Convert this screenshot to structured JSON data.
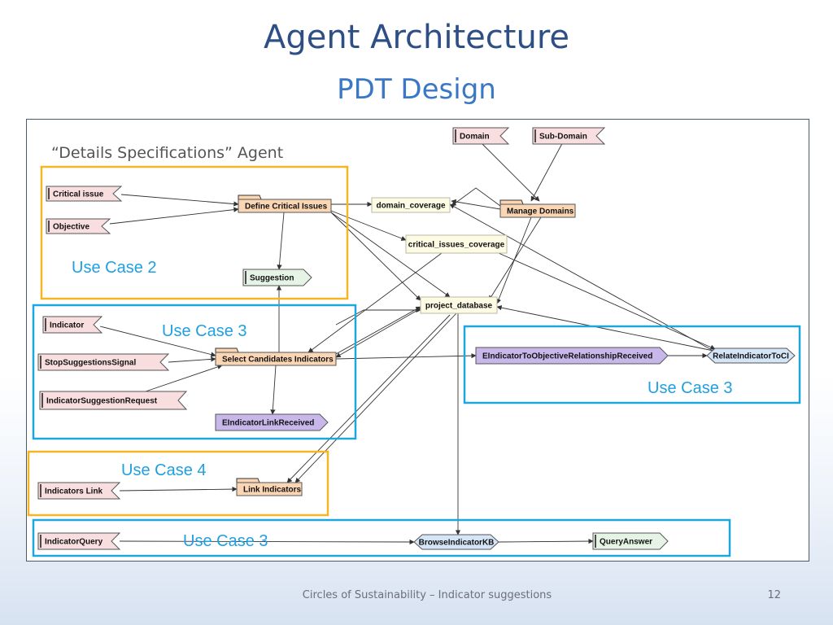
{
  "slide": {
    "title": "Agent Architecture",
    "subtitle": "PDT Design",
    "footer": "Circles of Sustainability – Indicator suggestions",
    "page_number": "12"
  },
  "diagram": {
    "agent_label": "“Details Specifications” Agent",
    "colors": {
      "percept_fill": "#f9dedf",
      "capability_fill": "#fbd6b4",
      "data_fill": "#fdfbe4",
      "action_fill": "#e5f4e5",
      "message_fill": "#c7b7ea",
      "protocol_fill": "#d4e5f7",
      "orange_box": "#f6b623",
      "blue_box": "#1ea6e1"
    },
    "use_cases": [
      {
        "id": "uc2",
        "label": "Use Case 2"
      },
      {
        "id": "uc3a",
        "label": "Use Case 3"
      },
      {
        "id": "uc3b",
        "label": "Use Case 3"
      },
      {
        "id": "uc4",
        "label": "Use Case 4"
      },
      {
        "id": "uc3c",
        "label": "Use Case 3"
      }
    ],
    "nodes": [
      {
        "id": "critical-issue",
        "type": "percept",
        "label": "Critical issue"
      },
      {
        "id": "objective",
        "type": "percept",
        "label": "Objective"
      },
      {
        "id": "define-critical-issues",
        "type": "capability",
        "label": "Define Critical Issues"
      },
      {
        "id": "domain-coverage",
        "type": "data",
        "label": "domain_coverage"
      },
      {
        "id": "domain",
        "type": "percept",
        "label": "Domain"
      },
      {
        "id": "sub-domain",
        "type": "percept",
        "label": "Sub-Domain"
      },
      {
        "id": "manage-domains",
        "type": "capability",
        "label": "Manage Domains"
      },
      {
        "id": "critical-issues-coverage",
        "type": "data",
        "label": "critical_issues_coverage"
      },
      {
        "id": "suggestion",
        "type": "action",
        "label": "Suggestion"
      },
      {
        "id": "project-database",
        "type": "data",
        "label": "project_database"
      },
      {
        "id": "indicator",
        "type": "percept",
        "label": "Indicator"
      },
      {
        "id": "stop-suggestions-signal",
        "type": "percept",
        "label": "StopSuggestionsSignal"
      },
      {
        "id": "select-candidates-indicators",
        "type": "capability",
        "label": "Select Candidates Indicators"
      },
      {
        "id": "indicator-suggestion-request",
        "type": "percept",
        "label": "IndicatorSuggestionRequest"
      },
      {
        "id": "eindicator-link-received",
        "type": "message",
        "label": "EIndicatorLinkReceived"
      },
      {
        "id": "eindicator-to-objective",
        "type": "message",
        "label": "EIndicatorToObjectiveRelationshipReceived"
      },
      {
        "id": "relate-indicator-to-ci",
        "type": "protocol",
        "label": "RelateIndicatorToCI"
      },
      {
        "id": "indicators-link",
        "type": "percept",
        "label": "Indicators Link"
      },
      {
        "id": "link-indicators",
        "type": "capability",
        "label": "Link Indicators"
      },
      {
        "id": "indicator-query",
        "type": "percept",
        "label": "IndicatorQuery"
      },
      {
        "id": "browse-indicator-kb",
        "type": "protocol",
        "label": "BrowseIndicatorKB"
      },
      {
        "id": "query-answer",
        "type": "action",
        "label": "QueryAnswer"
      }
    ]
  }
}
